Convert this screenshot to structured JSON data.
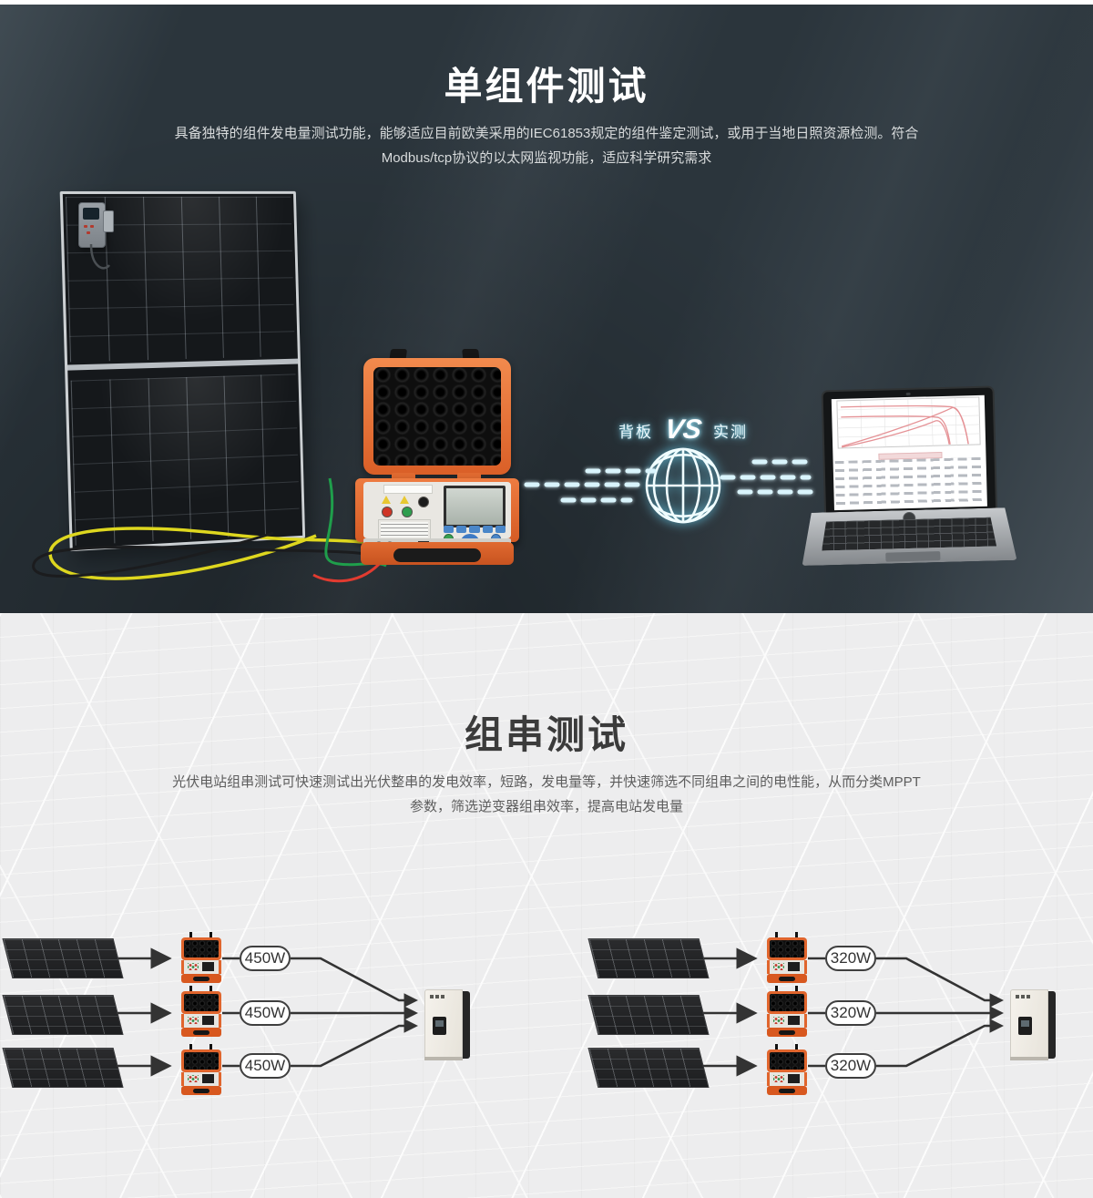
{
  "section_single": {
    "title": "单组件测试",
    "desc_lines": [
      "具备独特的组件发电量测试功能，能够适应目前欧美采用的IEC61853规定的组件鉴定测试，或用于当地日照资源检测。符合",
      "Modbus/tcp协议的以太网监视功能，适应科学研究需求"
    ],
    "compare": {
      "left": "背板",
      "vs": "VS",
      "right": "实测"
    }
  },
  "section_string": {
    "title": "组串测试",
    "desc_lines": [
      "光伏电站组串测试可快速测试出光伏整串的发电效率，短路，发电量等，并快速筛选不同组串之间的电性能，从而分类MPPT",
      "参数，筛选逆变器组串效率，提高电站发电量"
    ],
    "left_group": {
      "power_labels": [
        "450W",
        "450W",
        "450W"
      ]
    },
    "right_group": {
      "power_labels": [
        "320W",
        "320W",
        "320W"
      ]
    }
  },
  "colors": {
    "dark_background": "#2b353c",
    "light_background": "#ededee",
    "device_orange": "#e0652d",
    "glow_cyan": "#7dd9f2",
    "diagram_line": "#333333"
  }
}
